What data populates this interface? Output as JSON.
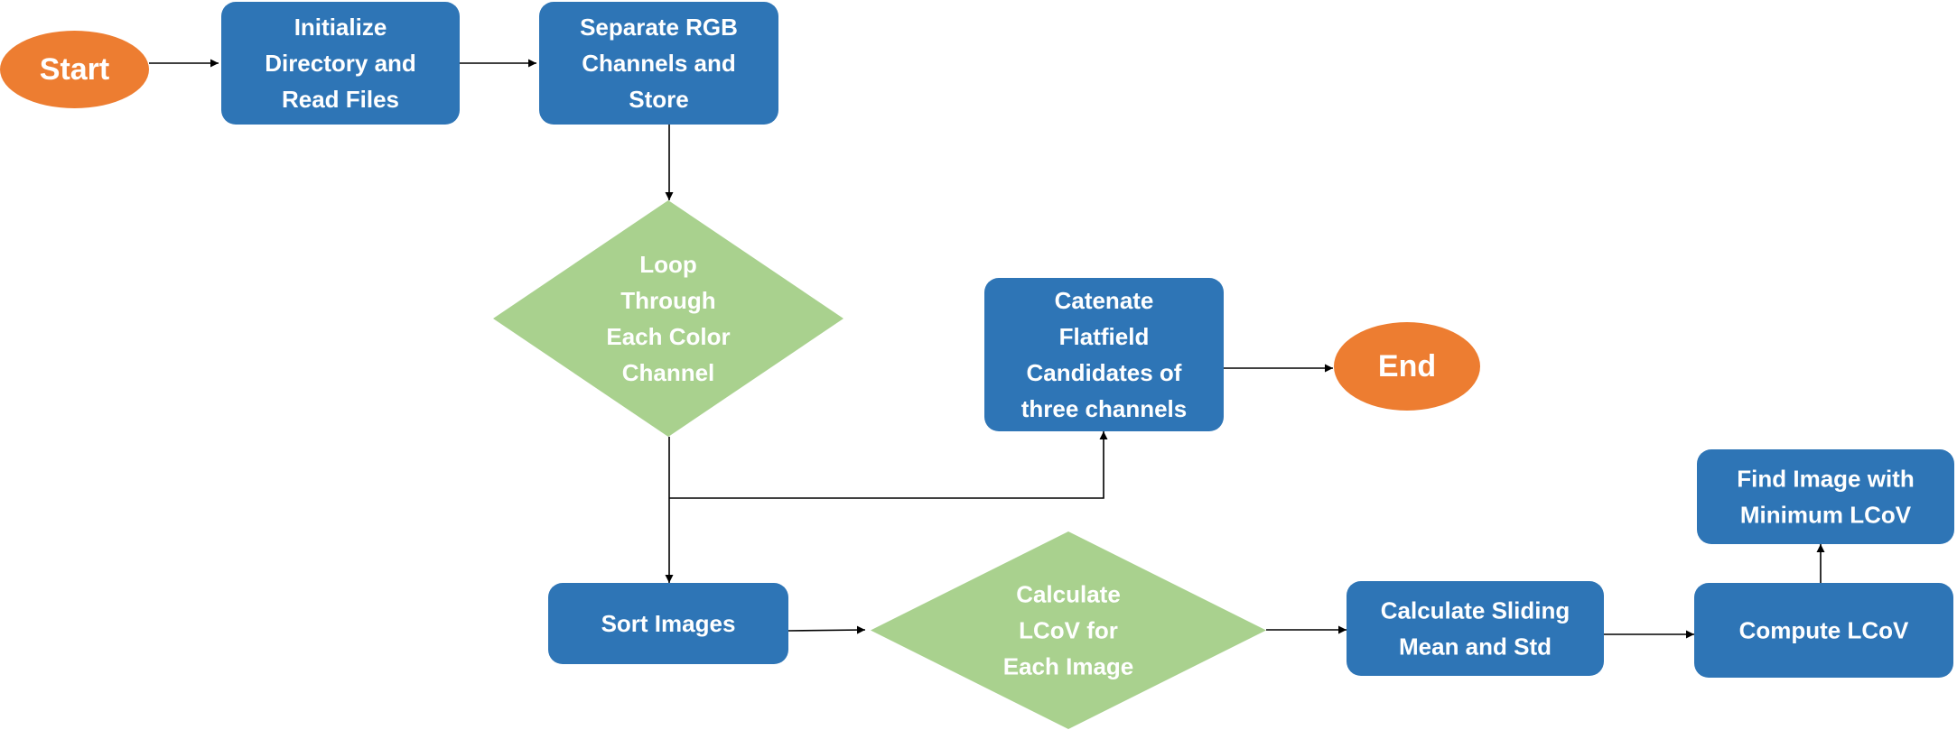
{
  "colors": {
    "terminal": "#ED7D31",
    "process": "#2E75B6",
    "decision": "#A9D18E",
    "text": "#FFFFFF",
    "edge": "#000000"
  },
  "nodes": {
    "start": {
      "shape": "ellipse",
      "lines": [
        "Start"
      ]
    },
    "init": {
      "shape": "rounded-rect",
      "lines": [
        "Initialize",
        "Directory and",
        "Read Files"
      ]
    },
    "separate": {
      "shape": "rounded-rect",
      "lines": [
        "Separate RGB",
        "Channels and",
        "Store"
      ]
    },
    "loop": {
      "shape": "diamond",
      "lines": [
        "Loop",
        "Through",
        "Each Color",
        "Channel"
      ]
    },
    "catenate": {
      "shape": "rounded-rect",
      "lines": [
        "Catenate",
        "Flatfield",
        "Candidates of",
        "three channels"
      ]
    },
    "end": {
      "shape": "ellipse",
      "lines": [
        "End"
      ]
    },
    "sort": {
      "shape": "rounded-rect",
      "lines": [
        "Sort Images"
      ]
    },
    "calc_lcov": {
      "shape": "diamond",
      "lines": [
        "Calculate",
        "LCoV for",
        "Each Image"
      ]
    },
    "sliding": {
      "shape": "rounded-rect",
      "lines": [
        "Calculate Sliding",
        "Mean and Std"
      ]
    },
    "compute": {
      "shape": "rounded-rect",
      "lines": [
        "Compute LCoV"
      ]
    },
    "find_min": {
      "shape": "rounded-rect",
      "lines": [
        "Find Image with",
        "Minimum LCoV"
      ]
    }
  },
  "edges": [
    {
      "from": "start",
      "to": "init"
    },
    {
      "from": "init",
      "to": "separate"
    },
    {
      "from": "separate",
      "to": "loop"
    },
    {
      "from": "loop",
      "to": "sort"
    },
    {
      "from": "loop",
      "to": "catenate"
    },
    {
      "from": "catenate",
      "to": "end"
    },
    {
      "from": "sort",
      "to": "calc_lcov"
    },
    {
      "from": "calc_lcov",
      "to": "sliding"
    },
    {
      "from": "sliding",
      "to": "compute"
    },
    {
      "from": "compute",
      "to": "find_min"
    }
  ]
}
